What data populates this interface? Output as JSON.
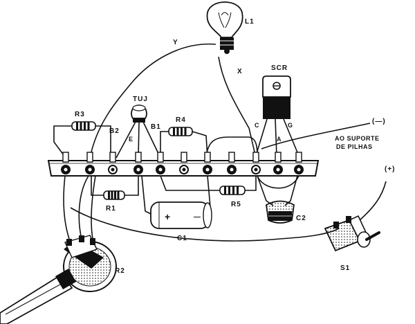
{
  "labels": {
    "lamp": "L1",
    "scr": "SCR",
    "tuj": "TUJ",
    "wire_y": "Y",
    "wire_x": "X",
    "r3": "R3",
    "r4": "R4",
    "b2": "B2",
    "b1": "B1",
    "e": "E",
    "scr_c": "C",
    "scr_a": "A",
    "scr_g": "G",
    "neg_terminal": "(—)",
    "battery_line1": "AO SUPORTE",
    "battery_line2": "DE PILHAS",
    "r1": "R1",
    "r5": "R5",
    "c1": "C1",
    "c1_plus": "+",
    "c1_minus": "—",
    "c2": "C2",
    "pos_terminal": "(+)",
    "r2": "R2",
    "s1": "S1"
  },
  "icons": [
    "lamp-icon",
    "scr-icon",
    "ujt-icon",
    "resistor-icon",
    "capacitor-icon",
    "potentiometer-icon",
    "switch-icon",
    "terminal-strip-icon"
  ],
  "colors": {
    "ink": "#111111",
    "paper": "#ffffff"
  }
}
